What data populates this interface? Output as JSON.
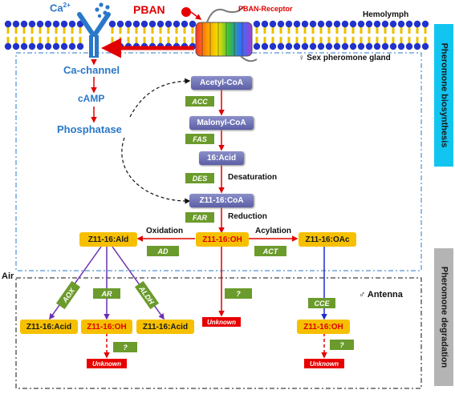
{
  "membrane": {
    "calcium_label": "Ca",
    "calcium_sup": "2+",
    "pban_label": "PBAN",
    "receptor_label": "PBAN-Receptor",
    "hemolymph_label": "Hemolymph"
  },
  "gland_label": "♀ Sex pheromone gland",
  "antenna_label": "♂ Antenna",
  "air_label": "Air",
  "signaling": {
    "ca_channel": "Ca-channel",
    "camp": "cAMP",
    "phosphatase": "Phosphatase"
  },
  "biosynthesis": {
    "acetyl_coa": "Acetyl-CoA",
    "acc": "ACC",
    "malonyl_coa": "Malonyl-CoA",
    "fas": "FAS",
    "acid16": "16:Acid",
    "des": "DES",
    "desaturation": "Desaturation",
    "z11_coa": "Z11-16:CoA",
    "far": "FAR",
    "reduction": "Reduction"
  },
  "branches": {
    "ald": "Z11-16:Ald",
    "oxidation": "Oxidation",
    "ad": "AD",
    "oh": "Z11-16:OH",
    "acylation": "Acylation",
    "act": "ACT",
    "oac": "Z11-16:OAc"
  },
  "degradation": {
    "aox": "AOX",
    "ar": "AR",
    "aldh": "ALDH",
    "unknown_enzyme": "?",
    "cce": "CCE",
    "acid_left": "Z11-16:Acid",
    "oh_mid": "Z11-16:OH",
    "acid_right": "Z11-16:Acid",
    "oh_right": "Z11-16:OH",
    "unknown": "Unknown"
  },
  "side_labels": {
    "biosynthesis": "Pheromone biosynthesis",
    "degradation": "Pheromone degradation"
  },
  "colors": {
    "membrane_head": "#2233cc",
    "membrane_tail": "#e8c000",
    "signal_blue": "#2a78c8",
    "arrow_red": "#e00000",
    "enzyme_green": "#6b9b2c",
    "intermediate_purple": "#6a6db0",
    "product_yellow": "#f6c000",
    "arrow_purple": "#6a2fb0",
    "arrow_blue": "#1e2ec8",
    "side_biosynthesis": "#12c5f0",
    "side_degradation": "#b4b4b4"
  }
}
